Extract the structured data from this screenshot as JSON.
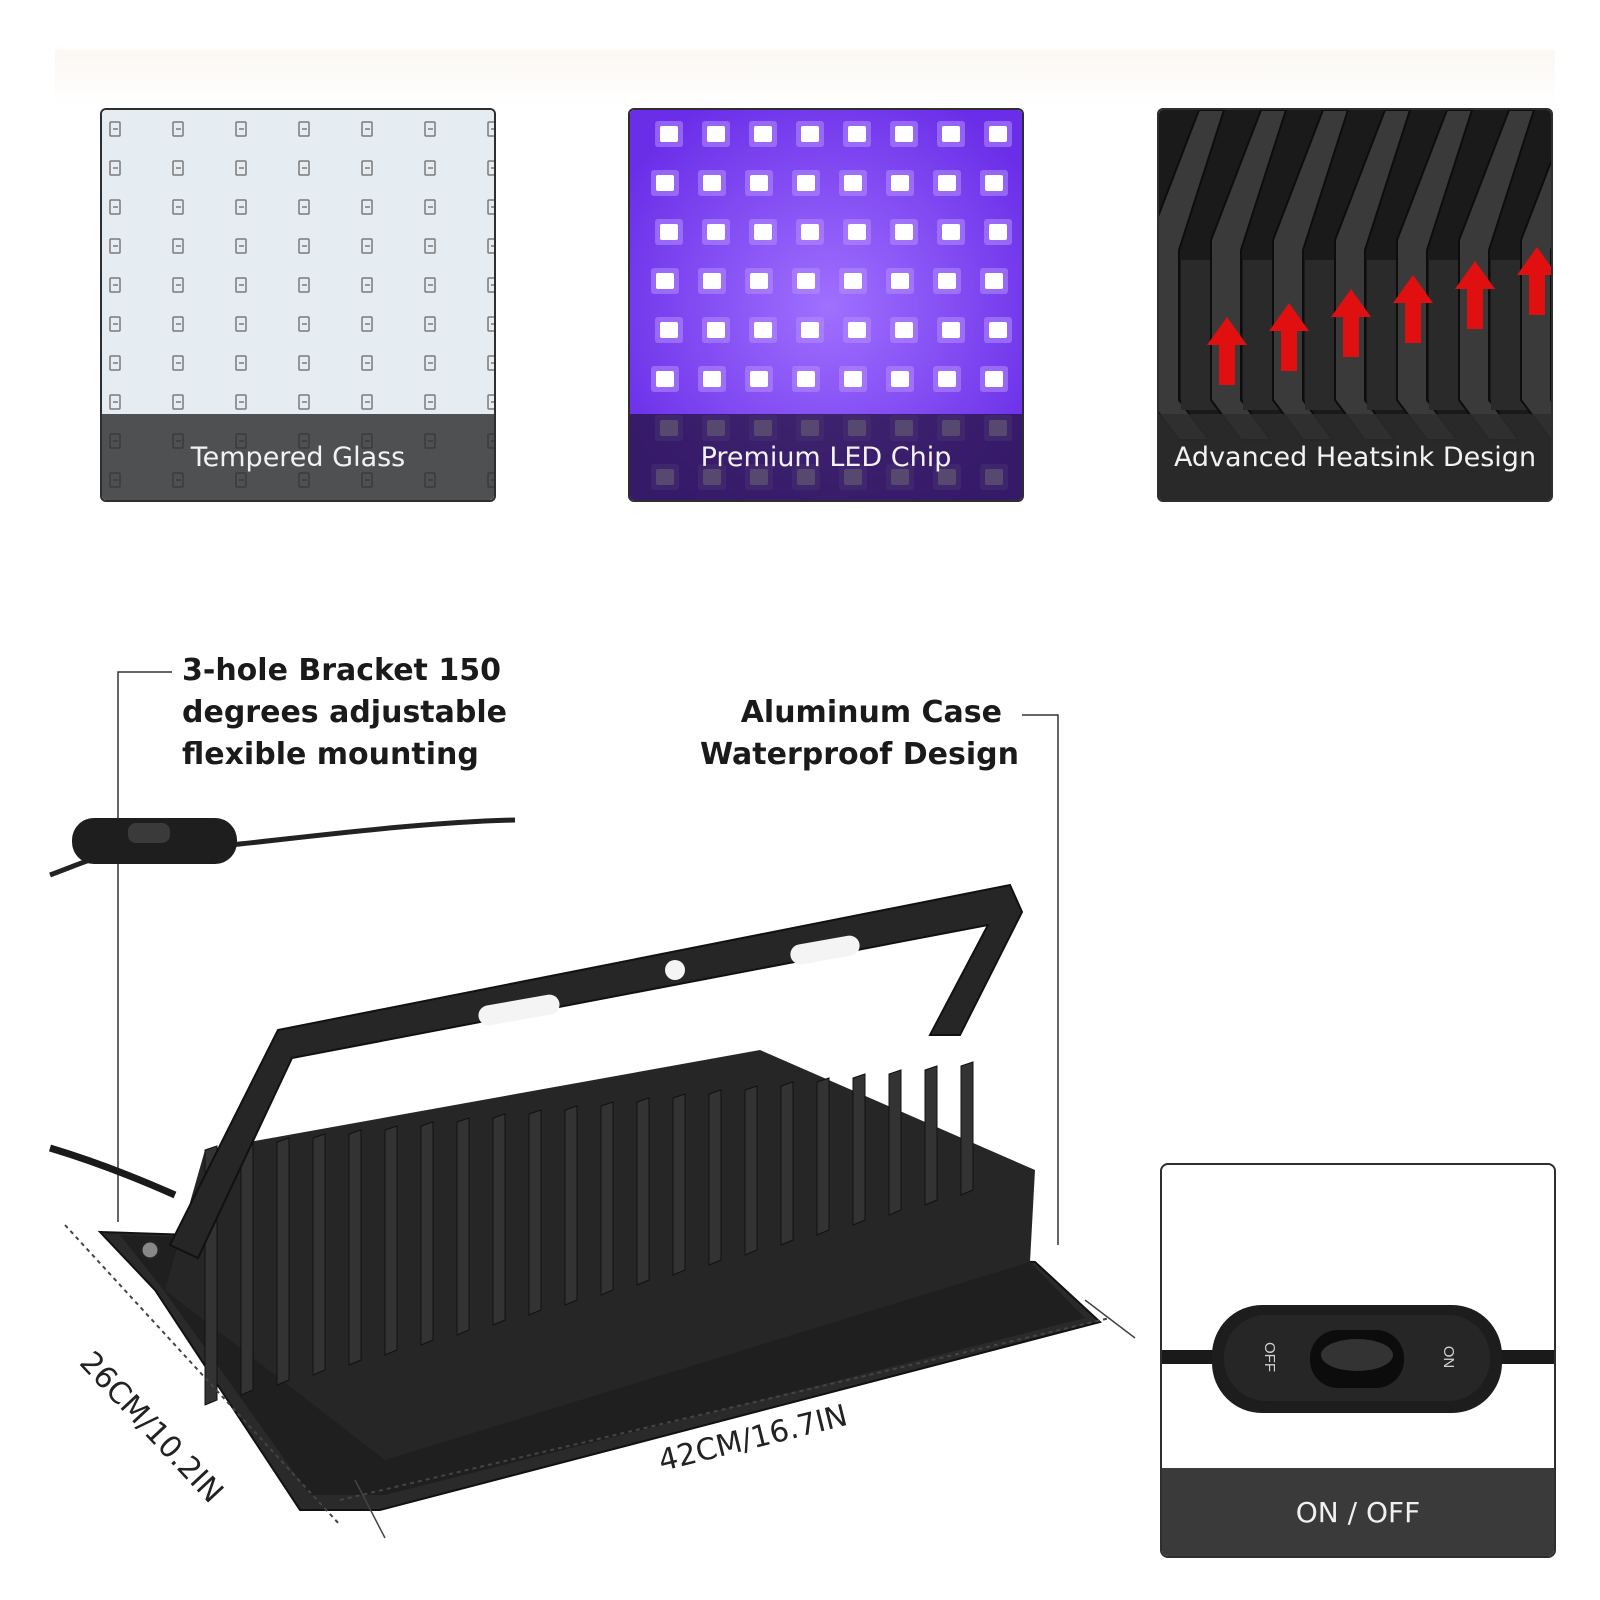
{
  "features": [
    {
      "caption": "Tempered Glass",
      "icon": "tempered-glass-image"
    },
    {
      "caption": "Premium LED Chip",
      "icon": "led-chip-image"
    },
    {
      "caption": "Advanced Heatsink Design",
      "icon": "heatsink-image"
    }
  ],
  "callouts": {
    "bracket": [
      "3-hole Bracket 150",
      "degrees adjustable",
      "flexible mounting"
    ],
    "case": [
      "Aluminum Case",
      "Waterproof Design"
    ]
  },
  "dimensions": {
    "depth": "26CM/10.2IN",
    "width": "42CM/16.7IN"
  },
  "switch": {
    "caption": "ON / OFF",
    "off_label": "OFF",
    "on_label": "ON"
  },
  "colors": {
    "led_purple": "#7a3cf0",
    "glass": "#e8eef3",
    "heat_arrow": "#e01010",
    "housing": "#1c1c1c"
  }
}
